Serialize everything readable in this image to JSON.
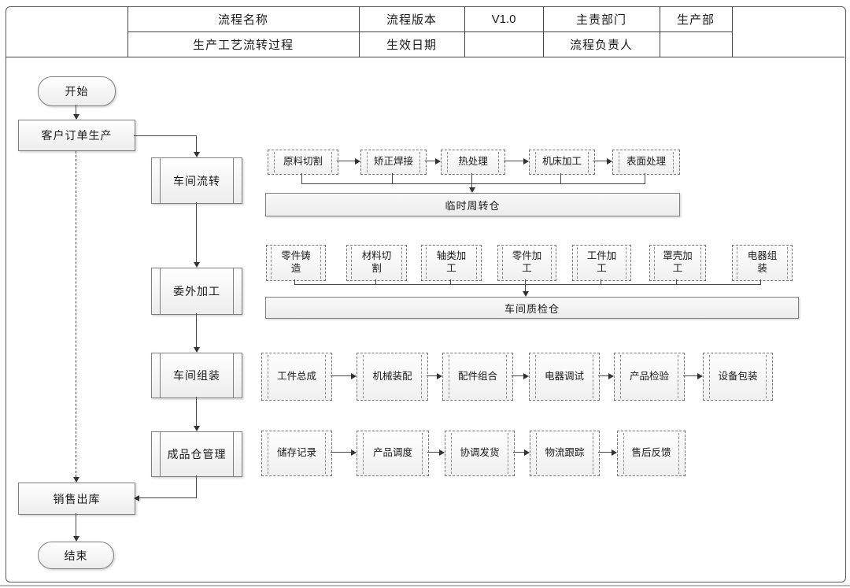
{
  "header": {
    "process_name_label": "流程名称",
    "process_name_value": "生产工艺流转过程",
    "version_label": "流程版本",
    "version_value": "V1.0",
    "effective_date_label": "生效日期",
    "effective_date_value": "",
    "department_label": "主责部门",
    "department_value": "生产部",
    "owner_label": "流程负责人",
    "owner_value": ""
  },
  "flow": {
    "start": "开始",
    "customer_order": "客户订单生产",
    "stage1": {
      "name": "车间流转",
      "steps": [
        "原料切割",
        "矫正焊接",
        "热处理",
        "机床加工",
        "表面处理"
      ],
      "warehouse": "临时周转仓"
    },
    "stage2": {
      "name": "委外加工",
      "steps": [
        "零件铸造",
        "材料切割",
        "轴类加工",
        "零件加工",
        "工件加工",
        "罩壳加工",
        "电器组装"
      ],
      "warehouse": "车间质检仓"
    },
    "stage3": {
      "name": "车间组装",
      "steps": [
        "工件总成",
        "机械装配",
        "配件组合",
        "电器调试",
        "产品检验",
        "设备包装"
      ]
    },
    "stage4": {
      "name": "成品仓管理",
      "steps": [
        "储存记录",
        "产品调度",
        "协调发货",
        "物流跟踪",
        "售后反馈"
      ]
    },
    "sales_outbound": "销售出库",
    "end": "结束"
  }
}
